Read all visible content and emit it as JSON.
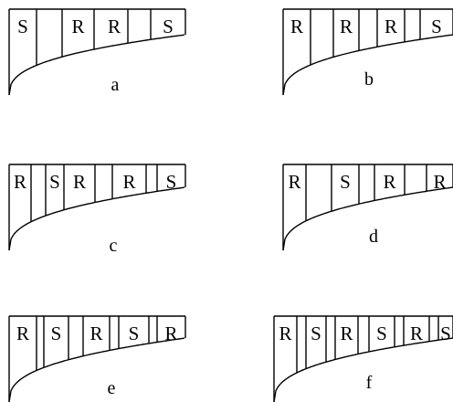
{
  "figure": {
    "panels": [
      {
        "label": "a",
        "cells": [
          "S",
          "R",
          "R",
          "S"
        ]
      },
      {
        "label": "b",
        "cells": [
          "R",
          "R",
          "R",
          "S"
        ]
      },
      {
        "label": "c",
        "cells": [
          "R",
          "S",
          "R",
          "R",
          "S"
        ]
      },
      {
        "label": "d",
        "cells": [
          "R",
          "S",
          "R",
          "R"
        ]
      },
      {
        "label": "e",
        "cells": [
          "R",
          "S",
          "R",
          "S",
          "R"
        ]
      },
      {
        "label": "f",
        "cells": [
          "R",
          "S",
          "R",
          "S",
          "R",
          "S"
        ]
      }
    ]
  }
}
